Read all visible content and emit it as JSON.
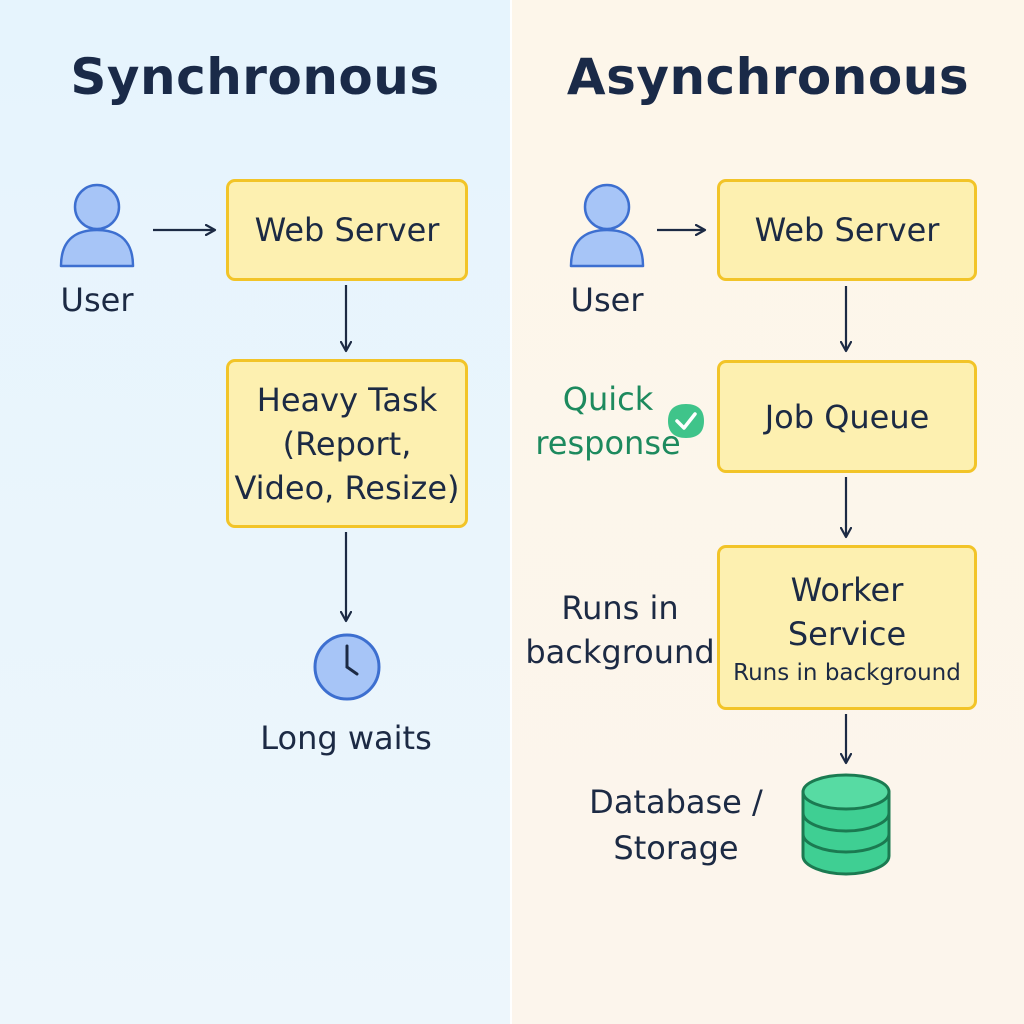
{
  "sync": {
    "title": "Synchronous",
    "user_label": "User",
    "web_server": "Web Server",
    "heavy_task": [
      "Heavy Task",
      "(Report,",
      "Video, Resize)"
    ],
    "long_waits": "Long waits"
  },
  "async": {
    "title": "Asynchronous",
    "user_label": "User",
    "web_server": "Web Server",
    "quick_response": [
      "Quick",
      "response"
    ],
    "job_queue": "Job Queue",
    "runs_in_background_side": [
      "Runs in",
      "background"
    ],
    "worker_service": [
      "Worker",
      "Service"
    ],
    "worker_sub": "Runs in background",
    "database_storage": [
      "Database /",
      "Storage"
    ]
  },
  "colors": {
    "left_bg": "#e6f4fd",
    "right_bg": "#fdf6ea",
    "box_fill": "#fdf0b0",
    "box_border": "#f2c428",
    "icon_blue": "#a7c5f7",
    "icon_blue_stroke": "#3d6fd0",
    "db_green": "#3fcf93",
    "accent_green": "#1d8a5e"
  },
  "icons": [
    "user-icon",
    "clock-icon",
    "check-icon",
    "database-icon",
    "arrow-icon"
  ]
}
